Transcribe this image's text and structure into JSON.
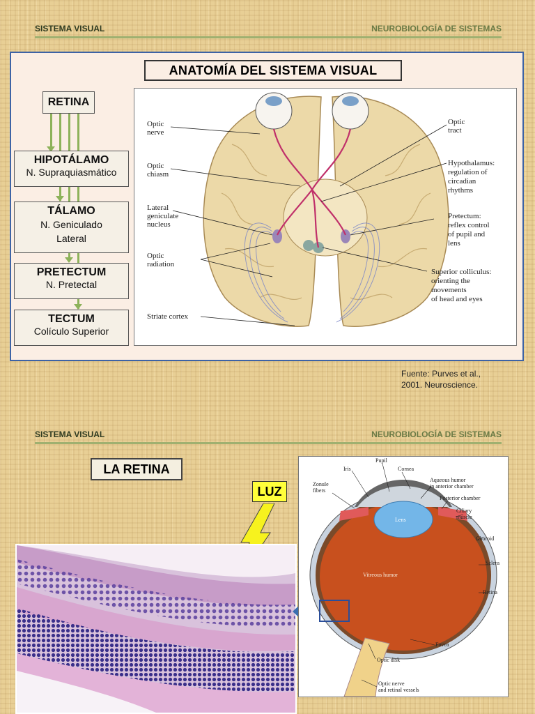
{
  "header_top": {
    "left": "SISTEMA VISUAL",
    "right": "NEUROBIOLOGÍA DE SISTEMAS"
  },
  "header_bottom": {
    "left": "SISTEMA VISUAL",
    "right": "NEUROBIOLOGÍA DE SISTEMAS"
  },
  "slide1": {
    "title": "ANATOMÍA DEL SISTEMA VISUAL",
    "boxes": [
      {
        "title": "RETINA",
        "sub": ""
      },
      {
        "title": "HIPOTÁLAMO",
        "sub": "N. Supraquiasmático"
      },
      {
        "title": "TÁLAMO",
        "sub": "N. Geniculado Lateral"
      },
      {
        "title": "PRETECTUM",
        "sub": "N. Pretectal"
      },
      {
        "title": "TECTUM",
        "sub": "Colículo Superior"
      }
    ],
    "figure_labels": {
      "optic_nerve": [
        "Optic",
        "nerve"
      ],
      "optic_chiasm": [
        "Optic",
        "chiasm"
      ],
      "lgn": [
        "Lateral",
        "geniculate",
        "nucleus"
      ],
      "optic_radiation": [
        "Optic",
        "radiation"
      ],
      "striate": [
        "Striate cortex"
      ],
      "optic_tract": [
        "Optic",
        "tract"
      ],
      "hypothalamus": [
        "Hypothalamus:",
        "regulation of",
        "circadian",
        "rhythms"
      ],
      "pretectum": [
        "Pretectum:",
        "reflex control",
        "of pupil and",
        "lens"
      ],
      "sup_colliculus": [
        "Superior colliculus:",
        "orienting the",
        "movements",
        "of head and eyes"
      ]
    },
    "caption": [
      "Fuente: Purves et al.,",
      "2001. Neuroscience."
    ]
  },
  "slide2": {
    "title": "LA RETINA",
    "luz": "LUZ",
    "eye_labels": {
      "pupil": "Pupil",
      "iris": "Iris",
      "cornea": "Cornea",
      "zonule": [
        "Zonule",
        "fibers"
      ],
      "aqueous": [
        "Aqueous humor",
        "in anterior chamber"
      ],
      "posterior": "Posterior chamber",
      "ciliary": [
        "Ciliary",
        "muscle"
      ],
      "lens": "Lens",
      "choroid": "Choroid",
      "vitreous": "Vitreous humor",
      "sclera": "Sclera",
      "retina": "Retina",
      "fovea": "Fovea",
      "optic_disk": "Optic disk",
      "optic_nerve": [
        "Optic nerve",
        "and retinal vessels"
      ]
    }
  },
  "colors": {
    "accent_green": "#8db25a",
    "frame_blue": "#3d63a5",
    "luz_yellow": "#ffff3a"
  }
}
